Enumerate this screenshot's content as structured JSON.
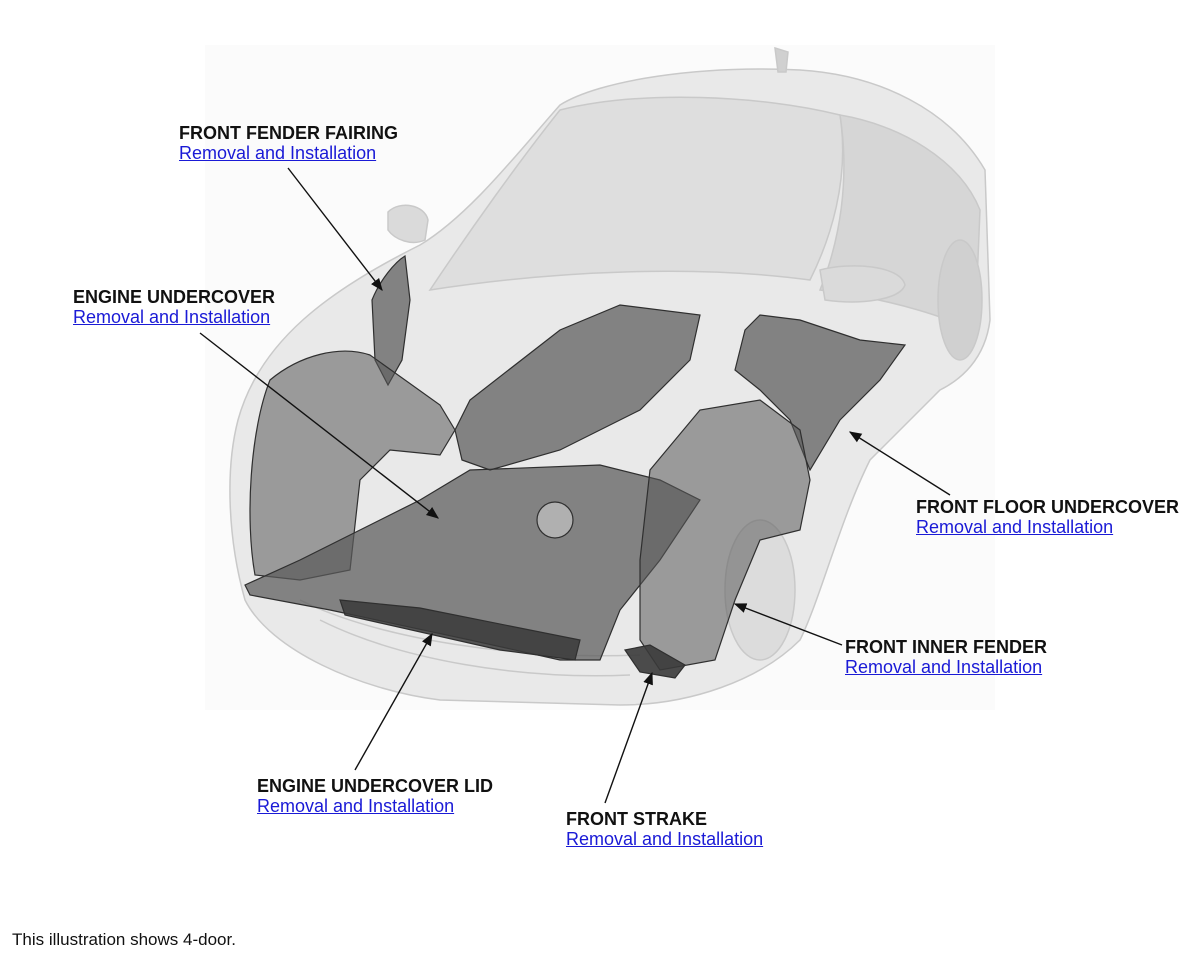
{
  "callouts": [
    {
      "title": "FRONT FENDER FAIRING",
      "link": "Removal and Installation"
    },
    {
      "title": "ENGINE UNDERCOVER",
      "link": "Removal and Installation"
    },
    {
      "title": "FRONT FLOOR UNDERCOVER",
      "link": "Removal and Installation"
    },
    {
      "title": "FRONT INNER FENDER",
      "link": "Removal and Installation"
    },
    {
      "title": "ENGINE UNDERCOVER LID",
      "link": "Removal and Installation"
    },
    {
      "title": "FRONT STRAKE",
      "link": "Removal and Installation"
    }
  ],
  "note": "This illustration shows 4-door.",
  "colors": {
    "link": "#1a1ad6",
    "part": "#5a5a5a",
    "car": "#e9e9e9"
  }
}
